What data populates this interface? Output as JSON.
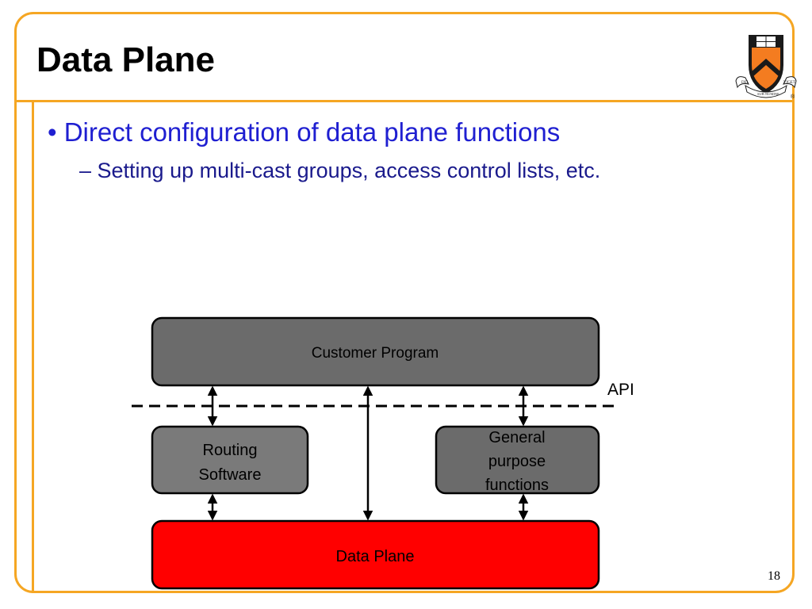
{
  "slide": {
    "title": "Data Plane",
    "bullet_main": "• Direct configuration of data plane functions",
    "bullet_sub": "– Setting up multi-cast groups, access control lists, etc.",
    "page_number": "18"
  },
  "logo": {
    "left_banner": "DEI",
    "center_banner": "SUB NUMINE",
    "right_banner": "VIGET",
    "registered_mark": "®"
  },
  "diagram": {
    "customer_program": "Customer Program",
    "api_label": "API",
    "routing_line1": "Routing",
    "routing_line2": "Software",
    "general_line1": "General",
    "general_line2": "purpose",
    "general_line3": "functions",
    "data_plane": "Data Plane"
  },
  "colors": {
    "frame": "#f5a623",
    "bullet_main": "#1f1fd1",
    "bullet_sub": "#1a1a8c",
    "box_dark": "#6b6b6b",
    "box_mid": "#7a7a7a",
    "data_plane": "#ff0000",
    "shield_orange": "#f47c20"
  }
}
